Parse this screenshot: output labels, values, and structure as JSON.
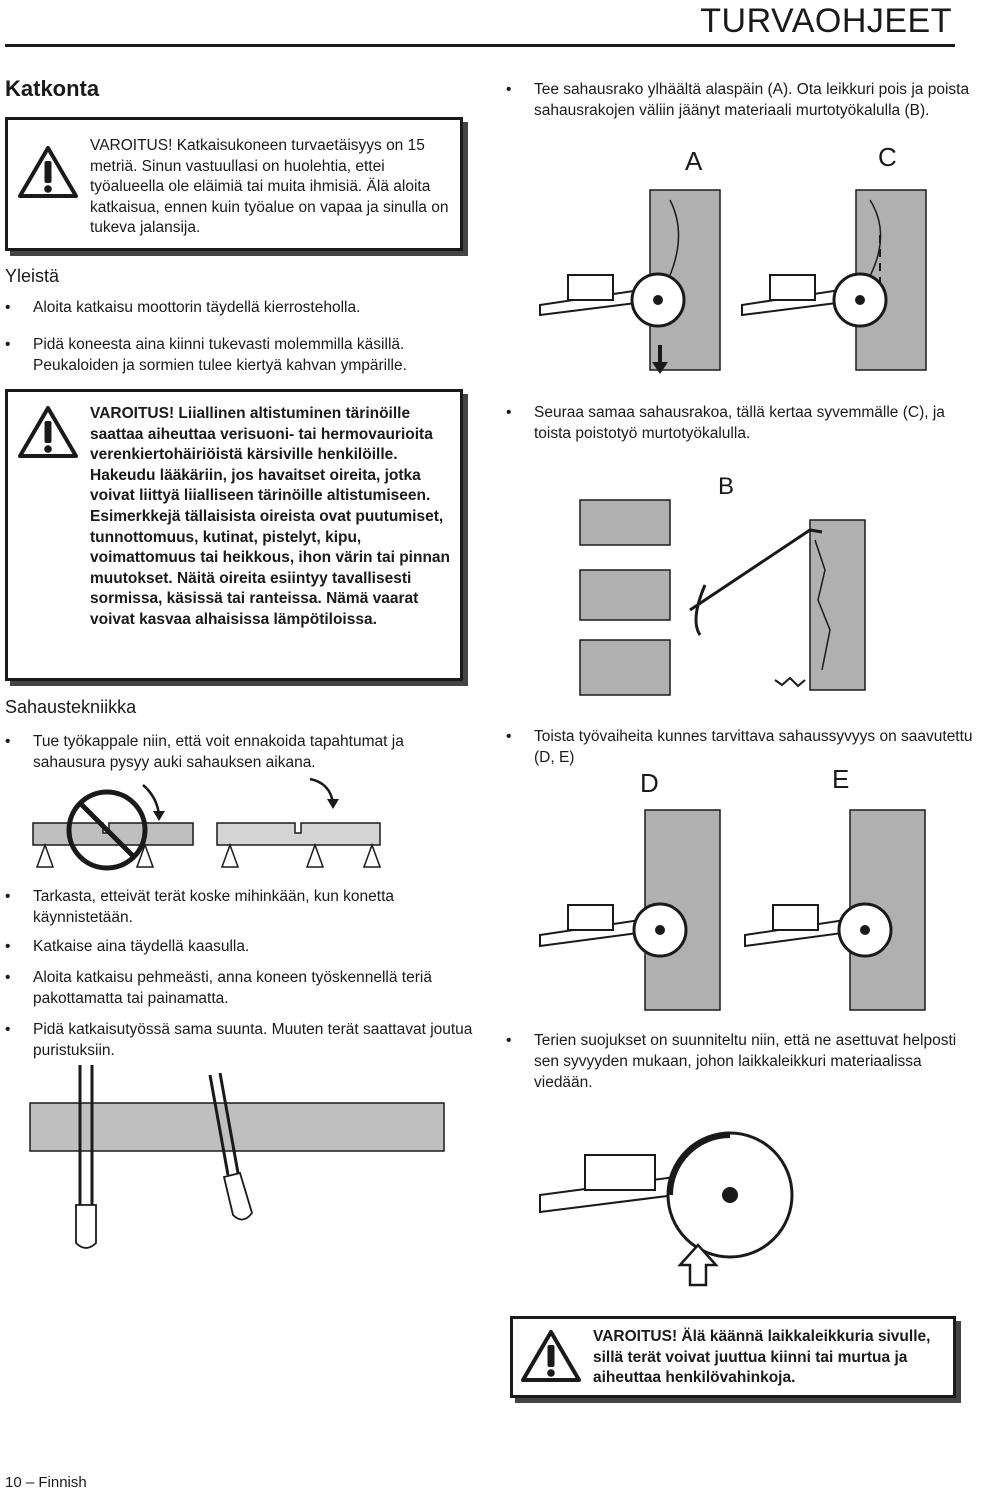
{
  "header": {
    "title": "TURVAOHJEET"
  },
  "left": {
    "section_title": "Katkonta",
    "warning1": {
      "label": "VAROITUS!",
      "text": "Katkaisukoneen turvaetäisyys on 15 metriä. Sinun vastuullasi on huolehtia, ettei työalueella ole eläimiä tai muita ihmisiä. Älä aloita katkaisua, ennen kuin työalue on vapaa ja sinulla on tukeva jalansija."
    },
    "general_heading": "Yleistä",
    "general_bullets": [
      "Aloita katkaisu moottorin täydellä kierrosteholla.",
      "Pidä koneesta aina kiinni tukevasti molemmilla käsillä. Peukaloiden ja sormien tulee kiertyä kahvan ympärille."
    ],
    "warning2": {
      "label": "VAROITUS!",
      "text": "Liiallinen altistuminen tärinöille saattaa aiheuttaa verisuoni- tai hermovaurioita verenkiertohäiriöistä kärsiville henkilöille. Hakeudu lääkäriin, jos havaitset oireita, jotka voivat liittyä liialliseen tärinöille altistumiseen. Esimerkkejä tällaisista oireista ovat puutumiset, tunnottomuus, kutinat, pistelyt, kipu, voimattomuus tai heikkous, ihon värin tai pinnan muutokset. Näitä oireita esiintyy tavallisesti sormissa, käsissä tai ranteissa. Nämä vaarat voivat kasvaa alhaisissa lämpötiloissa."
    },
    "technique_heading": "Sahaustekniikka",
    "technique_bullet1": "Tue työkappale niin, että voit ennakoida tapahtumat ja sahausura pysyy auki sahauksen aikana.",
    "technique_bullets": [
      "Tarkasta, etteivät terät koske mihinkään, kun konetta käynnistetään.",
      "Katkaise aina täydellä kaasulla.",
      "Aloita katkaisu pehmeästi, anna koneen työskennellä teriä pakottamatta tai painamatta.",
      "Pidä katkaisutyössä sama suunta. Muuten terät saattavat joutua puristuksiin."
    ]
  },
  "right": {
    "bullet1": "Tee sahausrako ylhäältä alaspäin (A). Ota leikkuri pois ja poista sahausrakojen väliin jäänyt materiaali murtotyökalulla (B).",
    "fig1_labels": [
      "A",
      "C"
    ],
    "bullet2": "Seuraa samaa sahausrakoa, tällä kertaa syvemmälle (C), ja toista poistotyö murtotyökalulla.",
    "fig2_label": "B",
    "bullet3": "Toista työvaiheita kunnes tarvittava sahaussyvyys on saavutettu (D, E)",
    "fig3_labels": [
      "D",
      "E"
    ],
    "bullet4": "Terien suojukset on suunniteltu niin, että ne asettuvat helposti sen syvyyden mukaan, johon laikkaleikkuri materiaalissa viedään.",
    "warning3": {
      "label": "VAROITUS!",
      "text": "Älä käännä laikkaleikkuria sivulle, sillä terät voivat juuttua kiinni tai murtua ja aiheuttaa henkilövahinkoja."
    }
  },
  "footer": {
    "page_number": "10",
    "separator": "–",
    "language": "Finnish"
  }
}
